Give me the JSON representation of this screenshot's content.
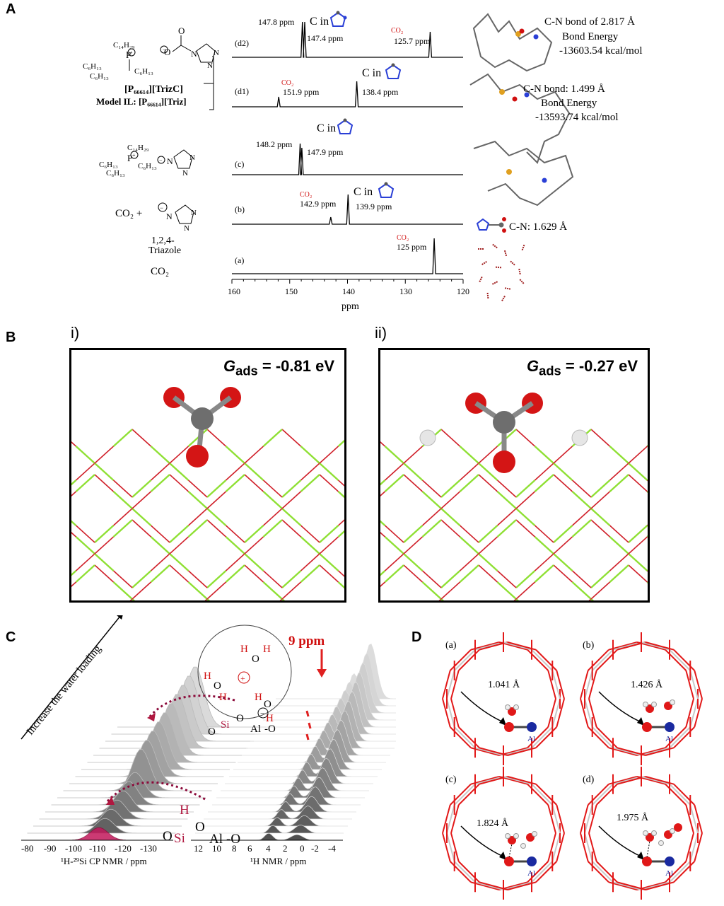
{
  "panels": {
    "a": {
      "letter": "A",
      "structures": {
        "il_cation_a": "C₁₄H₂₉",
        "il_cation_b": "C₆H₁₃",
        "il_name": "[P₆₆₆₁₄][TrizC]",
        "model_il": "Model IL: [P₆₆₆₁₄][Triz]",
        "co2_plus": "CO₂  +",
        "triazole": "1,2,4-",
        "triazole2": "Triazole",
        "co2_alone": "CO₂"
      },
      "spectra": [
        {
          "id": "d2",
          "label": "(d2)",
          "peaks": [
            147.8,
            147.4,
            125.7
          ],
          "annotations": [
            "147.8 ppm",
            "C in",
            "147.4 ppm",
            "CO₂",
            "125.7 ppm"
          ]
        },
        {
          "id": "d1",
          "label": "(d1)",
          "peaks": [
            151.9,
            138.4
          ],
          "annotations": [
            "CO₂",
            "151.9 ppm",
            "C in",
            "138.4 ppm"
          ]
        },
        {
          "id": "c",
          "label": "(c)",
          "peaks": [
            148.2,
            147.9
          ],
          "annotations": [
            "C in",
            "148.2 ppm",
            "147.9 ppm"
          ]
        },
        {
          "id": "b",
          "label": "(b)",
          "peaks": [
            142.9,
            139.9
          ],
          "annotations": [
            "CO₂",
            "142.9 ppm",
            "C in",
            "139.9 ppm"
          ]
        },
        {
          "id": "a",
          "label": "(a)",
          "peaks": [
            125
          ],
          "annotations": [
            "CO₂",
            "125 ppm"
          ]
        }
      ],
      "axis": {
        "ticks": [
          "160",
          "150",
          "140",
          "130",
          "120"
        ],
        "label": "ppm"
      },
      "notes": {
        "d2_bond": "C-N bond of 2.817 Å",
        "d2_energy_label": "Bond Energy",
        "d2_energy": "-13603.54  kcal/mol",
        "d1_bond": "C-N bond: 1.499 Å",
        "d1_energy_label": "Bond Energy",
        "d1_energy": "-13593.74  kcal/mol",
        "b_bond": "C-N: 1.629 Å"
      }
    },
    "b": {
      "letter": "B",
      "left": {
        "label": "i)",
        "gads": "G",
        "gads_sub": "ads",
        "gads_value": " = -0.81 eV"
      },
      "right": {
        "label": "ii)",
        "gads": "G",
        "gads_sub": "ads",
        "gads_value": " = -0.27 eV"
      }
    },
    "c": {
      "letter": "C",
      "y_label": "Increase the water loading",
      "peak_marker": "9 ppm",
      "si_axis_ticks": [
        "-80",
        "-90",
        "-100",
        "-110",
        "-120",
        "-130"
      ],
      "si_axis_label": "¹H-²⁹Si CP NMR / ppm",
      "h_axis_ticks": [
        "12",
        "10",
        "8",
        "6",
        "4",
        "2",
        "0",
        "-2",
        "-4"
      ],
      "h_axis_label": "¹H NMR / ppm",
      "atoms": {
        "H": "H",
        "O": "O",
        "Si": "Si",
        "Al": "Al"
      }
    },
    "d": {
      "letter": "D",
      "subpanels": [
        {
          "label": "(a)",
          "distance": "1.041 Å",
          "al": "Al"
        },
        {
          "label": "(b)",
          "distance": "1.426 Å",
          "al": "Al"
        },
        {
          "label": "(c)",
          "distance": "1.824 Å",
          "al": "Al"
        },
        {
          "label": "(d)",
          "distance": "1.975 Å",
          "al": "Al"
        }
      ]
    }
  }
}
